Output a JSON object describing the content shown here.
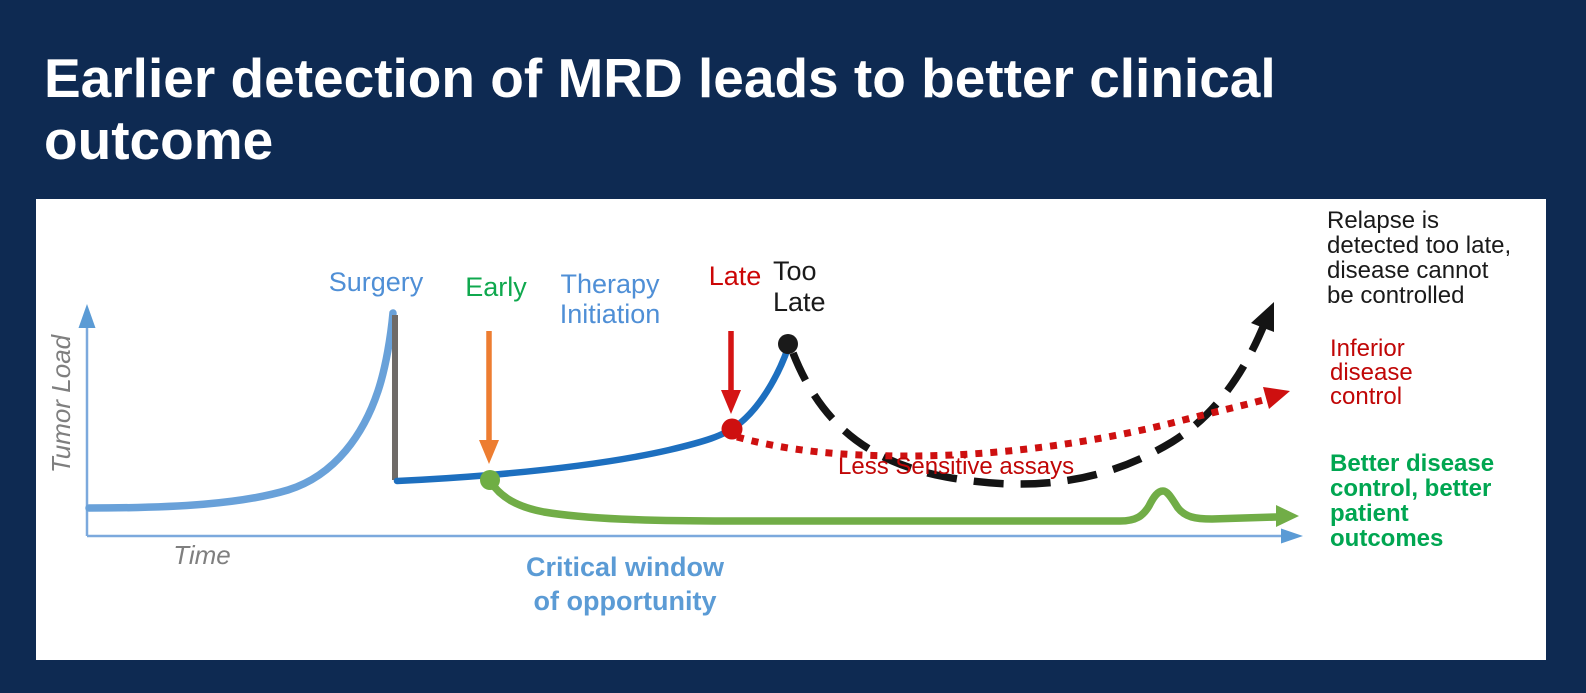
{
  "slide": {
    "title": "Earlier detection of MRD leads to better clinical\noutcome",
    "background_color": "#0e2a52",
    "panel_color": "#ffffff"
  },
  "diagram": {
    "axes": {
      "y_label": "Tumor Load",
      "x_label": "Time"
    },
    "event_labels": {
      "surgery": "Surgery",
      "early": "Early",
      "therapy_initiation": "Therapy\nInitiation",
      "late": "Late",
      "too_late": "Too\nLate"
    },
    "annotations": {
      "critical_window": "Critical window\nof opportunity",
      "less_sensitive_assays": "Less Sensitive assays",
      "relapse_note": "Relapse is\ndetected too late,\ndisease cannot\nbe controlled",
      "inferior_note": "Inferior\ndisease\ncontrol",
      "better_note": "Better disease\ncontrol, better\npatient\noutcomes"
    },
    "series": [
      {
        "name": "tumor-load-before-surgery",
        "style": "solid",
        "color": "#69a1d9"
      },
      {
        "name": "surgery-resection-drop",
        "style": "solid",
        "color": "#6f6b68"
      },
      {
        "name": "regrowth-after-surgery",
        "style": "solid",
        "color": "#1d6fbf"
      },
      {
        "name": "relapse-uncontrolled-curve",
        "style": "dashed",
        "color": "#141414"
      },
      {
        "name": "less-sensitive-assay-curve",
        "style": "dotted",
        "color": "#ce1010"
      },
      {
        "name": "early-treatment-outcome-curve",
        "style": "solid",
        "color": "#71ad47"
      }
    ],
    "markers": {
      "early_dot_color": "#6fae44",
      "late_dot_color": "#ce1010",
      "too_late_dot_color": "#1a1a1a",
      "early_arrow_color": "#ed7d31",
      "late_arrow_color": "#d51414"
    },
    "colors": {
      "label_blue": "#4f8fd6",
      "critical_window_blue": "#5b9bd5",
      "text_green": "#00a651",
      "text_red": "#c00606",
      "text_gray": "#7f7f7f",
      "axis_blue": "#7ca9dd",
      "axis_arrow_blue": "#5b9bd5"
    }
  }
}
